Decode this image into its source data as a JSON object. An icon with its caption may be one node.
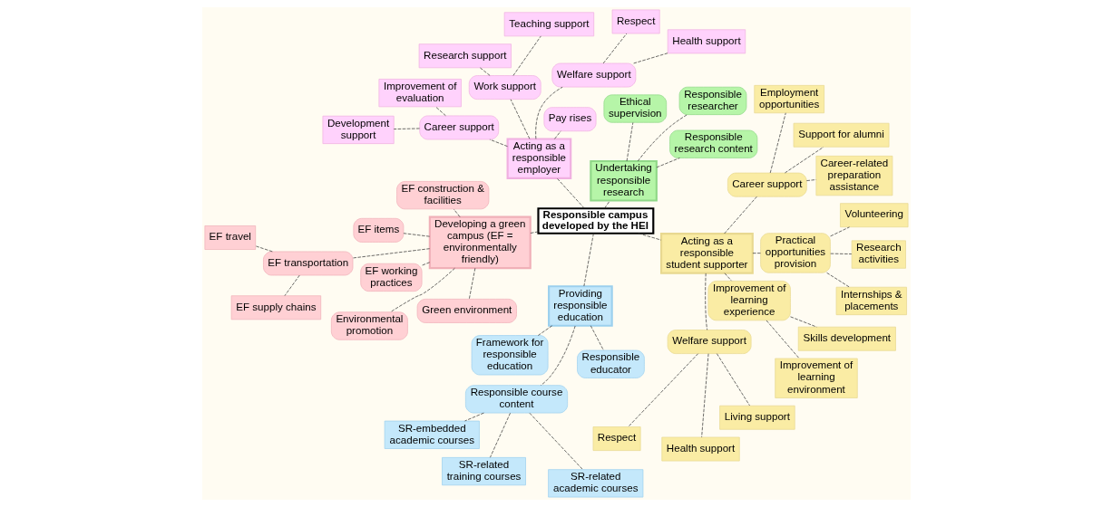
{
  "diagram": {
    "nodes": [
      {
        "text": [
          "Responsible campus developed by the HEI"
        ]
      },
      {
        "text": [
          "Developing a green campus (EF = environmentally friendly)"
        ]
      },
      {
        "text": [
          "Environmental promotion"
        ]
      },
      {
        "text": [
          "EF items"
        ]
      },
      {
        "text": [
          "EF construction & facilities"
        ]
      },
      {
        "text": [
          "EF working practices"
        ]
      },
      {
        "text": [
          "EF travel"
        ]
      },
      {
        "text": [
          "EF transportation"
        ]
      },
      {
        "text": [
          "EF supply chains"
        ]
      },
      {
        "text": [
          "Green environment"
        ]
      },
      {
        "text": [
          "Undertaking responsible research"
        ]
      },
      {
        "text": [
          "Ethical supervision"
        ]
      },
      {
        "text": [
          "Responsible research content"
        ]
      },
      {
        "text": [
          "Responsible researcher"
        ]
      },
      {
        "text": [
          "Acting as a responsible employer"
        ]
      },
      {
        "text": [
          "Welfare support"
        ]
      },
      {
        "text": [
          "Health support"
        ]
      },
      {
        "text": [
          "Respect"
        ]
      },
      {
        "text": [
          "Work support"
        ]
      },
      {
        "text": [
          "Research support"
        ]
      },
      {
        "text": [
          "Teaching support"
        ]
      },
      {
        "text": [
          "Career support"
        ]
      },
      {
        "text": [
          "Development support"
        ]
      },
      {
        "text": [
          "Improvement of evaluation"
        ]
      },
      {
        "text": [
          "Pay rises"
        ]
      },
      {
        "text": [
          "Providing responsible education"
        ]
      },
      {
        "text": [
          "Responsible course content"
        ]
      },
      {
        "text": [
          "SR-embedded academic courses"
        ]
      },
      {
        "text": [
          "SR-related academic courses"
        ]
      },
      {
        "text": [
          "SR-related training courses"
        ]
      },
      {
        "text": [
          "Responsible educator"
        ]
      },
      {
        "text": [
          "Framework for responsible education"
        ]
      },
      {
        "text": [
          "Acting as a responsible student supporter"
        ]
      },
      {
        "text": [
          "Welfare support"
        ]
      },
      {
        "text": [
          "Respect"
        ]
      },
      {
        "text": [
          "Health support"
        ]
      },
      {
        "text": [
          "Living support"
        ]
      },
      {
        "text": [
          "Improvement of learning experience"
        ]
      },
      {
        "text": [
          "Skills development"
        ]
      },
      {
        "text": [
          "Improvement of learning environment"
        ]
      },
      {
        "text": [
          "Practical opportunities provision"
        ]
      },
      {
        "text": [
          "Internships & placements"
        ]
      },
      {
        "text": [
          "Volunteering"
        ]
      },
      {
        "text": [
          "Research activities"
        ]
      },
      {
        "text": [
          "Career support"
        ]
      },
      {
        "text": [
          "Support for alumni"
        ]
      },
      {
        "text": [
          "Employment opportunities"
        ]
      },
      {
        "text": [
          "Career-related preparation assistance"
        ]
      }
    ],
    "edges": [
      {
        "from": 0,
        "to": 1,
        "arrow": "none"
      },
      {
        "from": 0,
        "to": 10,
        "arrow": "none"
      },
      {
        "from": 0,
        "to": 14,
        "arrow": "none"
      },
      {
        "from": 0,
        "to": 25,
        "arrow": "none"
      },
      {
        "from": 0,
        "to": 32,
        "arrow": "none"
      },
      {
        "from": 1,
        "to": 2,
        "arrow": "none"
      },
      {
        "from": 1,
        "to": 3,
        "arrow": "none"
      },
      {
        "from": 1,
        "to": 4,
        "arrow": "none"
      },
      {
        "from": 1,
        "to": 5,
        "arrow": "none"
      },
      {
        "from": 1,
        "to": 7,
        "arrow": "none"
      },
      {
        "from": 1,
        "to": 9,
        "arrow": "none"
      },
      {
        "from": 7,
        "to": 6,
        "arrow": "none"
      },
      {
        "from": 7,
        "to": 8,
        "arrow": "none"
      },
      {
        "from": 10,
        "to": 11,
        "arrow": "none"
      },
      {
        "from": 10,
        "to": 12,
        "arrow": "none"
      },
      {
        "from": 10,
        "to": 13,
        "arrow": "none"
      },
      {
        "from": 14,
        "to": 15,
        "arrow": "none"
      },
      {
        "from": 14,
        "to": 18,
        "arrow": "none"
      },
      {
        "from": 14,
        "to": 21,
        "arrow": "none"
      },
      {
        "from": 14,
        "to": 24,
        "arrow": "none"
      },
      {
        "from": 15,
        "to": 16,
        "arrow": "none"
      },
      {
        "from": 15,
        "to": 17,
        "arrow": "none"
      },
      {
        "from": 18,
        "to": 19,
        "arrow": "none"
      },
      {
        "from": 18,
        "to": 20,
        "arrow": "none"
      },
      {
        "from": 21,
        "to": 22,
        "arrow": "none"
      },
      {
        "from": 21,
        "to": 23,
        "arrow": "none"
      },
      {
        "from": 25,
        "to": 26,
        "arrow": "none"
      },
      {
        "from": 25,
        "to": 30,
        "arrow": "none"
      },
      {
        "from": 25,
        "to": 31,
        "arrow": "none"
      },
      {
        "from": 26,
        "to": 27,
        "arrow": "none"
      },
      {
        "from": 26,
        "to": 28,
        "arrow": "none"
      },
      {
        "from": 26,
        "to": 29,
        "arrow": "none"
      },
      {
        "from": 32,
        "to": 33,
        "arrow": "none"
      },
      {
        "from": 32,
        "to": 37,
        "arrow": "none"
      },
      {
        "from": 32,
        "to": 40,
        "arrow": "none"
      },
      {
        "from": 32,
        "to": 44,
        "arrow": "none"
      },
      {
        "from": 33,
        "to": 34,
        "arrow": "none"
      },
      {
        "from": 33,
        "to": 35,
        "arrow": "none"
      },
      {
        "from": 33,
        "to": 36,
        "arrow": "none"
      },
      {
        "from": 37,
        "to": 38,
        "arrow": "none"
      },
      {
        "from": 37,
        "to": 39,
        "arrow": "none"
      },
      {
        "from": 40,
        "to": 41,
        "arrow": "none"
      },
      {
        "from": 40,
        "to": 42,
        "arrow": "none"
      },
      {
        "from": 40,
        "to": 43,
        "arrow": "none"
      },
      {
        "from": 44,
        "to": 45,
        "arrow": "none"
      },
      {
        "from": 44,
        "to": 46,
        "arrow": "none"
      },
      {
        "from": 44,
        "to": 47,
        "arrow": "none"
      }
    ]
  }
}
